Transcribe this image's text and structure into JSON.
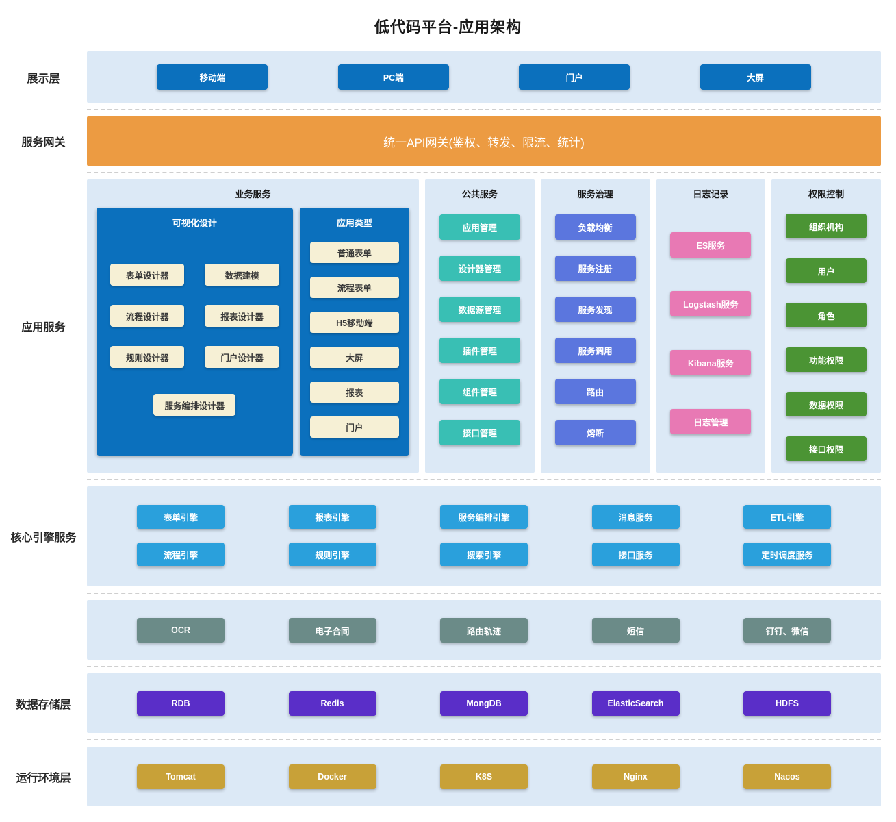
{
  "title": "低代码平台-应用架构",
  "presentation": {
    "label": "展示层",
    "items": [
      "移动端",
      "PC端",
      "门户",
      "大屏"
    ]
  },
  "gateway": {
    "label": "服务网关",
    "text": "统一API网关(鉴权、转发、限流、统计)"
  },
  "application": {
    "label": "应用服务",
    "business": {
      "title": "业务服务",
      "visual_design": {
        "title": "可视化设计",
        "items": [
          "表单设计器",
          "数据建模",
          "流程设计器",
          "报表设计器",
          "规则设计器",
          "门户设计器"
        ],
        "wide_item": "服务编排设计器"
      },
      "app_types": {
        "title": "应用类型",
        "items": [
          "普通表单",
          "流程表单",
          "H5移动端",
          "大屏",
          "报表",
          "门户"
        ]
      }
    },
    "public_services": {
      "title": "公共服务",
      "items": [
        "应用管理",
        "设计器管理",
        "数据源管理",
        "插件管理",
        "组件管理",
        "接口管理"
      ]
    },
    "governance": {
      "title": "服务治理",
      "items": [
        "负载均衡",
        "服务注册",
        "服务发现",
        "服务调用",
        "路由",
        "熔断"
      ]
    },
    "logging": {
      "title": "日志记录",
      "items": [
        "ES服务",
        "Logstash服务",
        "Kibana服务",
        "日志管理"
      ]
    },
    "permissions": {
      "title": "权限控制",
      "items": [
        "组织机构",
        "用户",
        "角色",
        "功能权限",
        "数据权限",
        "接口权限"
      ]
    }
  },
  "engines": {
    "label": "核心引擎服务",
    "row1": [
      "表单引擎",
      "报表引擎",
      "服务编排引擎",
      "消息服务",
      "ETL引擎"
    ],
    "row2": [
      "流程引擎",
      "规则引擎",
      "搜索引擎",
      "接口服务",
      "定时调度服务"
    ]
  },
  "capabilities": {
    "items": [
      "OCR",
      "电子合同",
      "路由轨迹",
      "短信",
      "钉钉、微信"
    ]
  },
  "storage": {
    "label": "数据存储层",
    "items": [
      "RDB",
      "Redis",
      "MongDB",
      "ElasticSearch",
      "HDFS"
    ]
  },
  "runtime": {
    "label": "运行环境层",
    "items": [
      "Tomcat",
      "Docker",
      "K8S",
      "Nginx",
      "Nacos"
    ]
  },
  "colors": {
    "blue": "#0b70bd",
    "panel": "#dce9f6",
    "orange": "#ec9b42",
    "cream": "#f6f0d5",
    "teal": "#39bfb4",
    "indigo": "#5b76de",
    "pink": "#e879b4",
    "green": "#4b9434",
    "sky": "#2aa0dc",
    "gray": "#6b8b88",
    "purple": "#5a2ec8",
    "gold": "#c8a138"
  }
}
